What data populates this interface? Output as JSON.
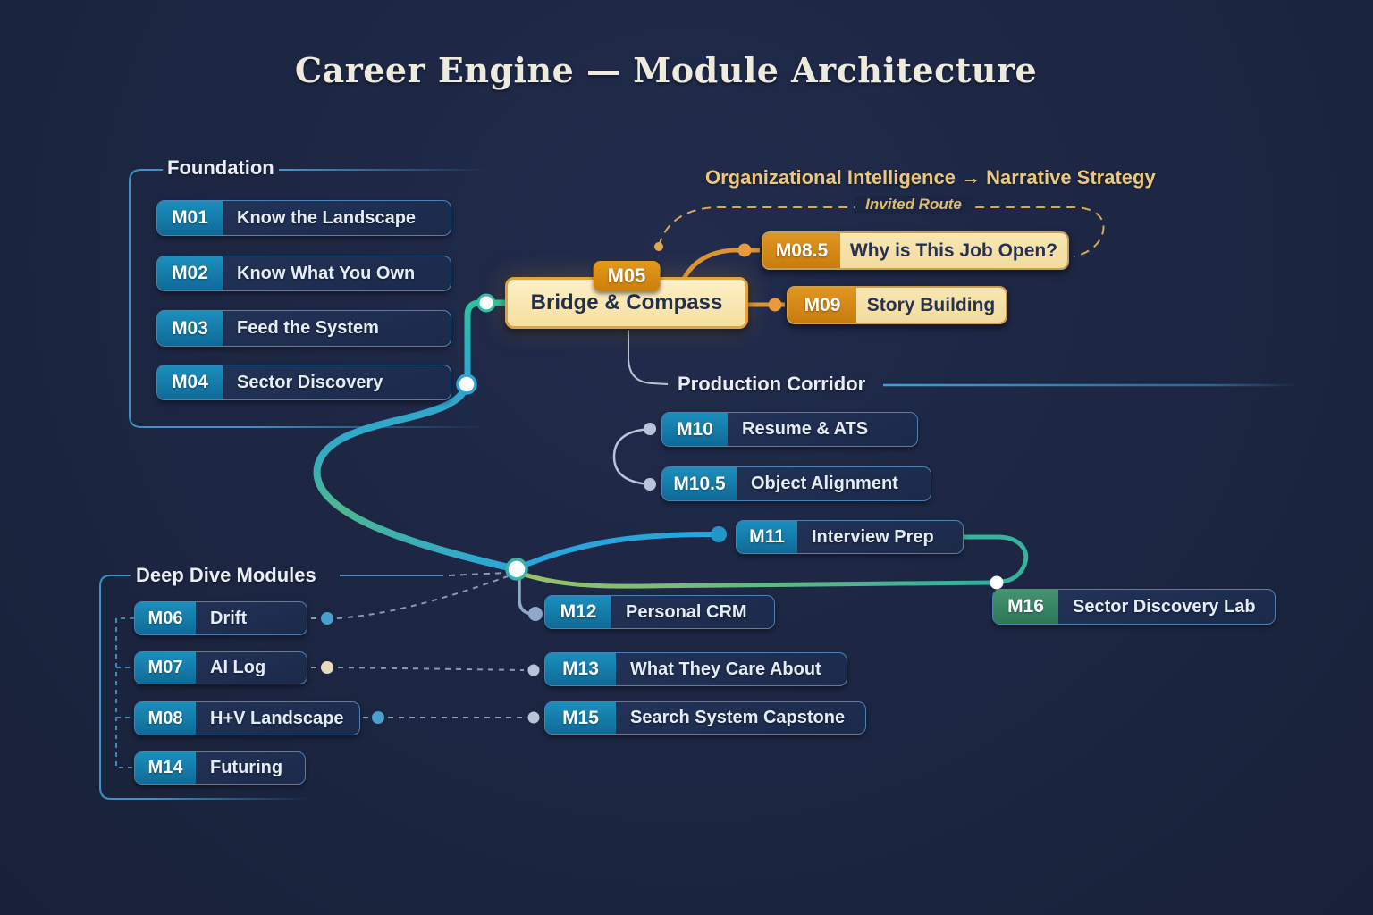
{
  "title": "Career Engine — Module Architecture",
  "headings": {
    "org_route": "Organizational Intelligence → Narrative Strategy",
    "invited_route": "Invited Route"
  },
  "foundation": {
    "label": "Foundation",
    "modules": [
      {
        "id": "M01",
        "label": "Know the Landscape"
      },
      {
        "id": "M02",
        "label": "Know What You Own"
      },
      {
        "id": "M03",
        "label": "Feed the System"
      },
      {
        "id": "M04",
        "label": "Sector Discovery"
      }
    ]
  },
  "bridge": {
    "id": "M05",
    "label": "Bridge & Compass"
  },
  "narrative": {
    "modules": [
      {
        "id": "M08.5",
        "label": "Why is This Job Open?"
      },
      {
        "id": "M09",
        "label": "Story Building"
      }
    ]
  },
  "production": {
    "label": "Production Corridor",
    "modules": [
      {
        "id": "M10",
        "label": "Resume & ATS"
      },
      {
        "id": "M10.5",
        "label": "Object Alignment"
      },
      {
        "id": "M11",
        "label": "Interview Prep"
      }
    ]
  },
  "outputs": {
    "modules": [
      {
        "id": "M12",
        "label": "Personal CRM"
      },
      {
        "id": "M13",
        "label": "What They Care About"
      },
      {
        "id": "M15",
        "label": "Search System Capstone"
      }
    ]
  },
  "lab": {
    "id": "M16",
    "label": "Sector Discovery Lab"
  },
  "deep_dive": {
    "label": "Deep Dive Modules",
    "modules": [
      {
        "id": "M06",
        "label": "Drift"
      },
      {
        "id": "M07",
        "label": "AI Log"
      },
      {
        "id": "M08",
        "label": "H+V Landscape"
      },
      {
        "id": "M14",
        "label": "Futuring"
      }
    ]
  },
  "colors": {
    "background": "#1c2642",
    "accent_blue": "#2aa4dc",
    "accent_teal": "#2ec2a0",
    "accent_green": "#9cc168",
    "accent_orange": "#dd9431",
    "cream": "#f6e3ab",
    "gold_text": "#ecc87e",
    "badge_blue": "#1580ac",
    "badge_green": "#3f8f72"
  }
}
